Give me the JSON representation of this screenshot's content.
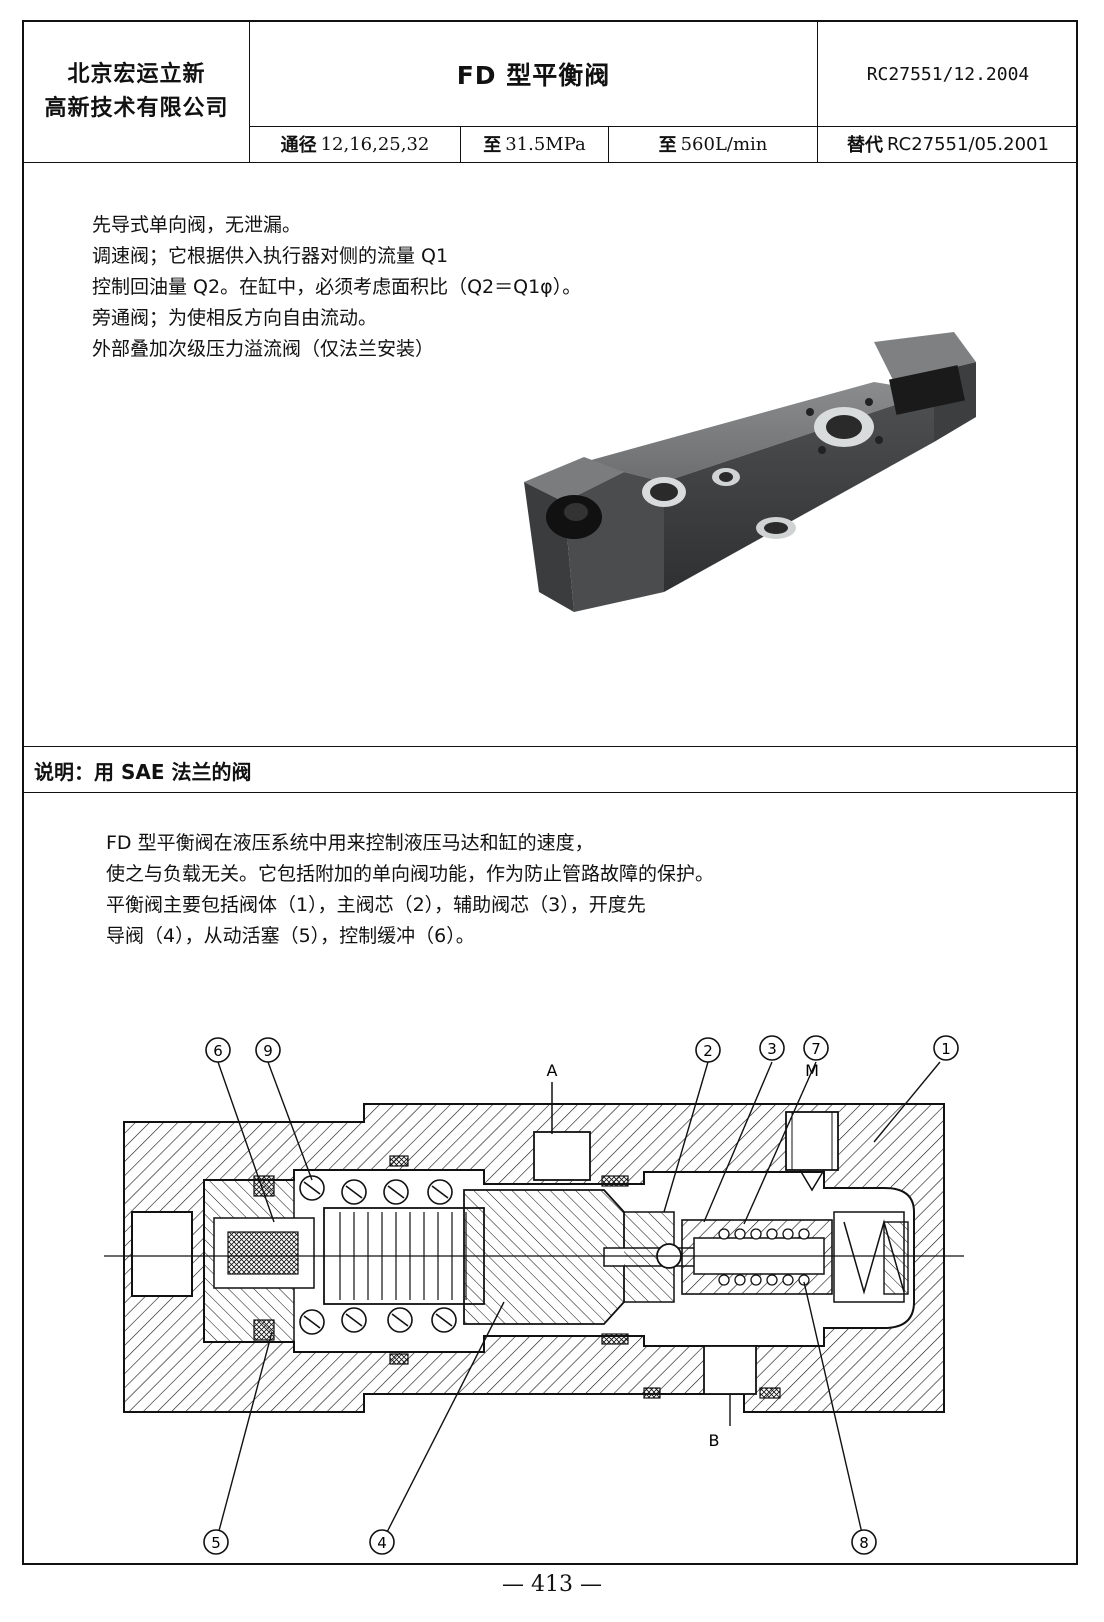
{
  "header": {
    "company_line1": "北京宏运立新",
    "company_line2": "高新技术有限公司",
    "title": "FD 型平衡阀",
    "doc_number": "RC27551/12.2004",
    "spec_size_label": "通径",
    "spec_size_value": "12,16,25,32",
    "spec_pressure_label": "至",
    "spec_pressure_value": "31.5MPa",
    "spec_flow_label": "至",
    "spec_flow_value": "560L/min",
    "replace_label": "替代",
    "replace_value": "RC27551/05.2001"
  },
  "features": [
    "先导式单向阀，无泄漏。",
    "调速阀；它根据供入执行器对侧的流量 Q1",
    "控制回油量 Q2。在缸中，必须考虑面积比（Q2＝Q1φ）。",
    "旁通阀；为使相反方向自由流动。",
    "外部叠加次级压力溢流阀（仅法兰安装）"
  ],
  "caption": "说明：用 SAE 法兰的阀",
  "description": [
    "FD 型平衡阀在液压系统中用来控制液压马达和缸的速度，",
    "使之与负载无关。它包括附加的单向阀功能，作为防止管路故障的保护。",
    "平衡阀主要包括阀体（1），主阀芯（2），辅助阀芯（3），开度先",
    "导阀（4），从动活塞（5），控制缓冲（6）。"
  ],
  "diagram": {
    "port_a": "A",
    "port_b": "B",
    "port_m": "M",
    "callouts_top": [
      "6",
      "9",
      "2",
      "3",
      "7",
      "1"
    ],
    "callouts_bottom": [
      "5",
      "4",
      "8"
    ]
  },
  "page_number": "— 413 —"
}
